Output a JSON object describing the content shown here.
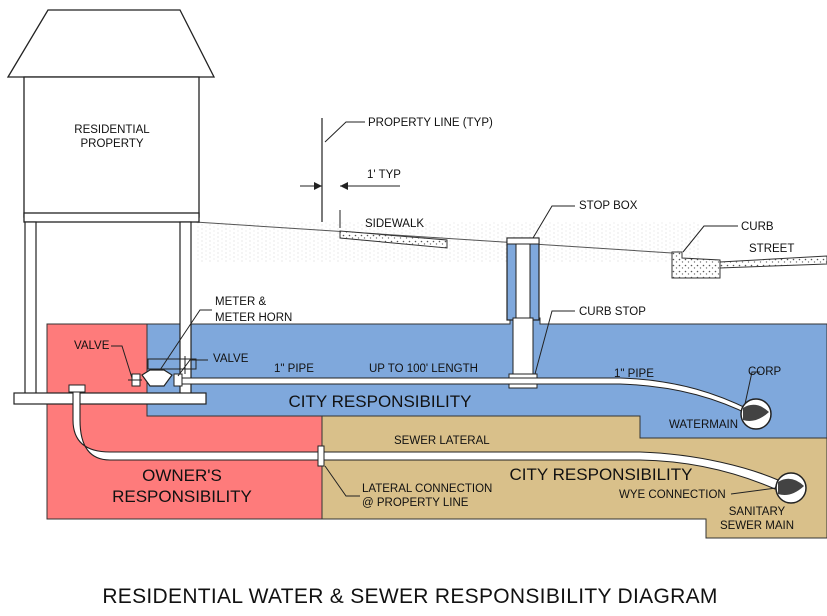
{
  "title": "RESIDENTIAL WATER & SEWER RESPONSIBILITY DIAGRAM",
  "labels": {
    "residential_property_1": "RESIDENTIAL",
    "residential_property_2": "PROPERTY",
    "property_line": "PROPERTY LINE (TYP)",
    "one_typ": "1' TYP",
    "sidewalk": "SIDEWALK",
    "stop_box": "STOP BOX",
    "curb": "CURB",
    "street": "STREET",
    "meter_1": "METER &",
    "meter_2": "METER HORN",
    "valve_left": "VALVE",
    "valve_right": "VALVE",
    "pipe_left": "1\" PIPE",
    "length": "UP TO 100' LENGTH",
    "curb_stop": "CURB STOP",
    "pipe_right": "1\" PIPE",
    "corp": "CORP",
    "city_responsibility_water": "CITY RESPONSIBILITY",
    "watermain": "WATERMAIN",
    "sewer_lateral": "SEWER LATERAL",
    "owners_1": "OWNER'S",
    "owners_2": "RESPONSIBILITY",
    "city_responsibility_sewer": "CITY RESPONSIBILITY",
    "lateral_conn_1": "LATERAL CONNECTION",
    "lateral_conn_2": "@ PROPERTY LINE",
    "wye_connection": "WYE CONNECTION",
    "sanitary_1": "SANITARY",
    "sanitary_2": "SEWER MAIN"
  },
  "colors": {
    "owner_zone": "#fe7b7b",
    "city_water_zone": "#7fa8dc",
    "city_sewer_zone": "#d9c08a",
    "pipe_fill": "#ffffff",
    "line": "#222222"
  }
}
